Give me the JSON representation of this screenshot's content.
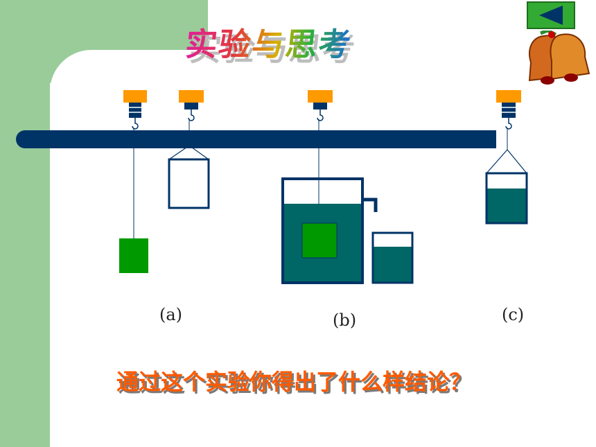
{
  "title": "实验与思考",
  "labels": {
    "a": "(a)",
    "b": "(b)",
    "c": "(c)"
  },
  "question": "通过这个实验你得出了什么样结论？",
  "icons": {
    "back": "back-arrow-icon",
    "decoration": "bells-icon"
  },
  "colors": {
    "background_band": "#99cc99",
    "bar": "#003366",
    "water": "#006666",
    "block": "#009900",
    "spring_top": "#ff9900",
    "question_text": "#ff5a00"
  }
}
